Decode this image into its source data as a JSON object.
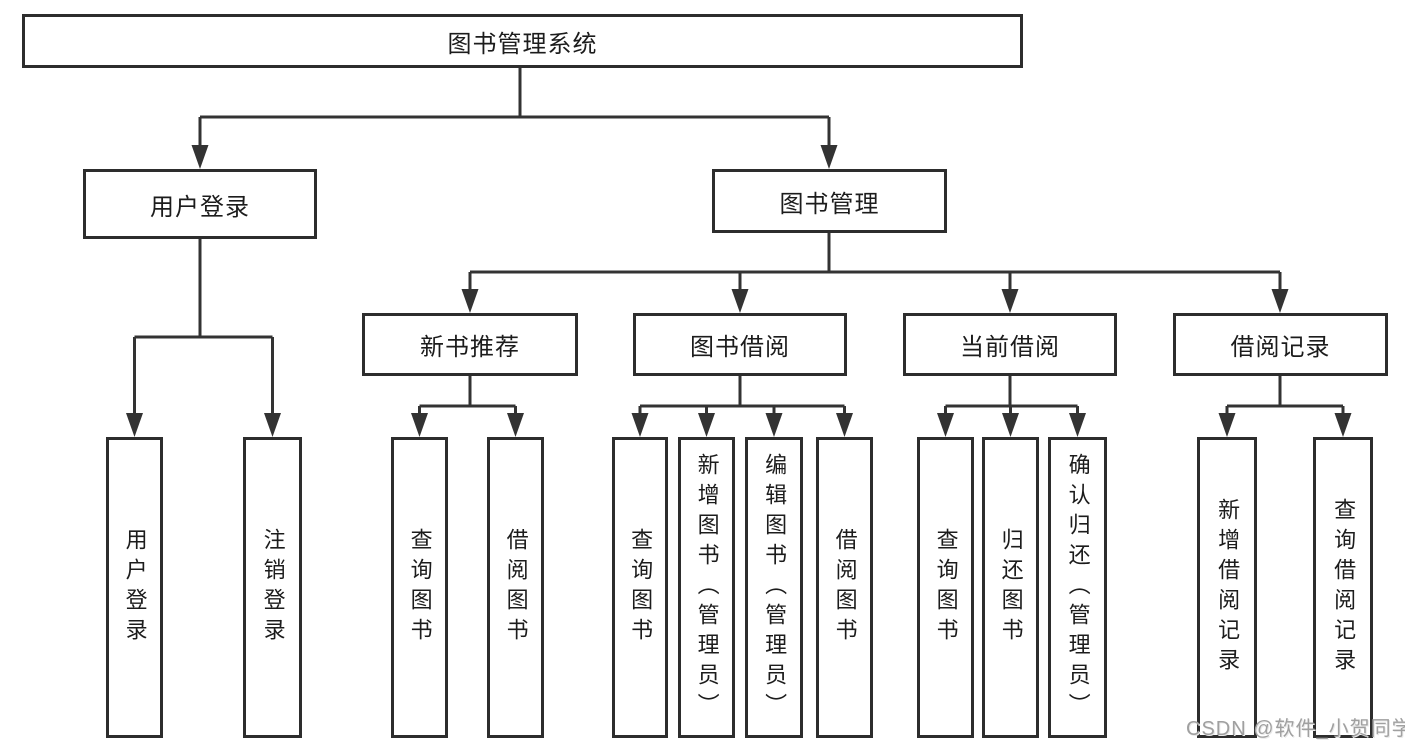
{
  "diagram": {
    "watermark": "CSDN @软件_小贺同学",
    "colors": {
      "line": "#333333",
      "box_border": "#2d2d2d",
      "box_background": "#ffffff",
      "text": "#1c1c1c",
      "watermark_text": "#a0a0a0"
    },
    "tree": {
      "label": "图书管理系统",
      "children": [
        {
          "label": "用户登录",
          "children": [
            {
              "label": "用户登录"
            },
            {
              "label": "注销登录"
            }
          ]
        },
        {
          "label": "图书管理",
          "children": [
            {
              "label": "新书推荐",
              "children": [
                {
                  "label": "查询图书"
                },
                {
                  "label": "借阅图书"
                }
              ]
            },
            {
              "label": "图书借阅",
              "children": [
                {
                  "label": "查询图书"
                },
                {
                  "label": "新增图书（管理员）"
                },
                {
                  "label": "编辑图书（管理员）"
                },
                {
                  "label": "借阅图书"
                }
              ]
            },
            {
              "label": "当前借阅",
              "children": [
                {
                  "label": "查询图书"
                },
                {
                  "label": "归还图书"
                },
                {
                  "label": "确认归还（管理员）"
                }
              ]
            },
            {
              "label": "借阅记录",
              "children": [
                {
                  "label": "新增借阅记录"
                },
                {
                  "label": "查询借阅记录"
                }
              ]
            }
          ]
        }
      ]
    }
  }
}
